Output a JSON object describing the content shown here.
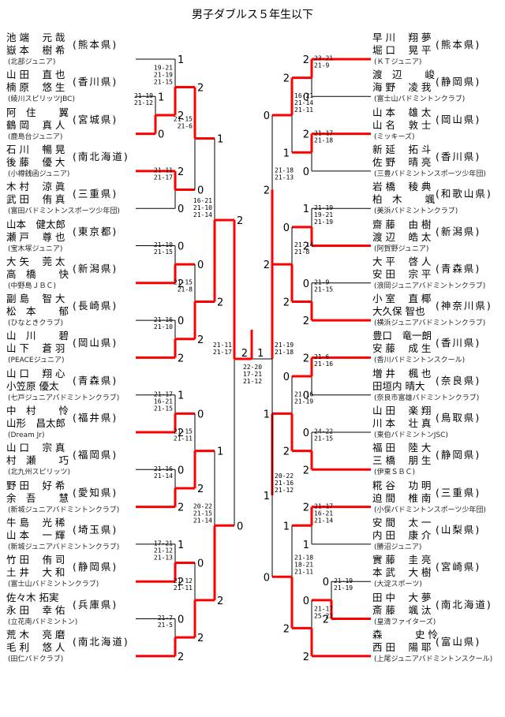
{
  "title": "男子ダブルス５年生以下",
  "left": [
    {
      "p1": "池 端　 元 哉",
      "p2": "嶽 本　 樹 希",
      "club": "(北部ジュニア)",
      "pref": "(熊本県)"
    },
    {
      "p1": "山 田　 直 也",
      "p2": "楠 原　 悠 生",
      "club": "(綾川スピリッツJBC)",
      "pref": "(香川県)"
    },
    {
      "p1": "阿　住　　 翼",
      "p2": "鶴 岡　 真 人",
      "club": "(鹿島台ジュニア)",
      "pref": "(宮城県)"
    },
    {
      "p1": "石 川　 暢 晃",
      "p2": "後 藤　 優 大",
      "club": "(小樽銭函ジュニア)",
      "pref": "(南北海道)"
    },
    {
      "p1": "木 村　 涼 眞",
      "p2": "武 田　 侑 真",
      "club": "(富田バドミントンスポーツ少年団)",
      "pref": "(三重県)"
    },
    {
      "p1": "山本　健太郎",
      "p2": "瀬 戸　 尊 也",
      "club": "(宝木塚ジュニア)",
      "pref": "(東京都)"
    },
    {
      "p1": "大 矢　 莞 太",
      "p2": "高　橋　　 快",
      "club": "(中野島ＪＢＣ)",
      "pref": "(新潟県)"
    },
    {
      "p1": "副 島　 智 大",
      "p2": "松　本　　 郁",
      "club": "(ひなときクラブ)",
      "pref": "(長崎県)"
    },
    {
      "p1": "山　川　　 碧",
      "p2": "山 下　 蒼 羽",
      "club": "(PEACEジュニア)",
      "pref": "(岡山県)"
    },
    {
      "p1": "山 口　 翔 心",
      "p2": "小笠原 優太",
      "club": "(七戸ジュニアバドミントンクラブ)",
      "pref": "(青森県)"
    },
    {
      "p1": "中　村　　 怜",
      "p2": "山形　昌太郎",
      "club": "(Dream Jr)",
      "pref": "(福井県)"
    },
    {
      "p1": "山 口　 宗 真",
      "p2": "村　瀬　　 巧",
      "club": "(北九州スピリッツ)",
      "pref": "(福岡県)"
    },
    {
      "p1": "野 田　 好 希",
      "p2": "余　吾　　 慧",
      "club": "(新城ジュニアバドミントンクラブ)",
      "pref": "(愛知県)"
    },
    {
      "p1": "牛 島　 光 稀",
      "p2": "山 本　 一 輝",
      "club": "(新城ジュニアバドミントンクラブ)",
      "pref": "(埼玉県)"
    },
    {
      "p1": "竹 田　 侑 司",
      "p2": "土 井　 大 和",
      "club": "(富士山バドミントンクラブ)",
      "pref": "(静岡県)"
    },
    {
      "p1": "佐々木 拓実",
      "p2": "永 田　 幸 佑",
      "club": "(立花南バドミントン)",
      "pref": "(兵庫県)"
    },
    {
      "p1": "荒 木　 亮 磨",
      "p2": "毛 利　 悠 人",
      "club": "(田仁バドクラブ)",
      "pref": "(南北海道)"
    }
  ],
  "right": [
    {
      "p1": "早 川　 翔 夢",
      "p2": "堀 口　 晃 平",
      "club": "(ＫＴジュニア)",
      "pref": "(熊本県)"
    },
    {
      "p1": "渡　辺　　 峻",
      "p2": "海 野　 凌 我",
      "club": "(富士山バドミントンクラブ)",
      "pref": "(静岡県)"
    },
    {
      "p1": "山 本　 雄 太",
      "p2": "山 名　 敦 士",
      "club": "(ミッキーズ)",
      "pref": "(岡山県)"
    },
    {
      "p1": "新 延　 拓 斗",
      "p2": "佐 野　 晴 亮",
      "club": "(三豊バドミントンスポーツ少年団)",
      "pref": "(香川県)"
    },
    {
      "p1": "岩 橋　 稜 典",
      "p2": "柏　木　　 颯",
      "club": "(美浜バドミントンクラブ)",
      "pref": "(和歌山県)"
    },
    {
      "p1": "齋 藤　 由 樹",
      "p2": "渡 辺　 皓 太",
      "club": "(阿賀野ジュニア)",
      "pref": "(新潟県)"
    },
    {
      "p1": "大 平　 啓 人",
      "p2": "安 田　 宗 平",
      "club": "(浪岡ジュニアバドミントンクラブ)",
      "pref": "(青森県)"
    },
    {
      "p1": "小 室　 直 椰",
      "p2": "大久保 智也",
      "club": "(横浜ジュニアバドミントンクラブ)",
      "pref": "(神奈川県)"
    },
    {
      "p1": "豊口　竜一朗",
      "p2": "安 藤　 成 生",
      "club": "(香川バドミントンスクール)",
      "pref": "(香川県)"
    },
    {
      "p1": "増 井　 楓 也",
      "p2": "田垣内 晴大",
      "club": "(奈良市富雄バドミントンクラブ)",
      "pref": "(奈良県)"
    },
    {
      "p1": "山 田　 楽 翔",
      "p2": "川 本　 壮 真",
      "club": "(東伯バドミントンJSC)",
      "pref": "(鳥取県)"
    },
    {
      "p1": "福 田　 陸 大",
      "p2": "三 橋　 朋 生",
      "club": "(伊東ＳＢＣ)",
      "pref": "(静岡県)"
    },
    {
      "p1": "糀 谷　 功 明",
      "p2": "迫 間　 椎 南",
      "club": "(小俣バドミントンスポーツ少年団)",
      "pref": "(三重県)"
    },
    {
      "p1": "安 間　 太 一",
      "p2": "内 田　 康 介",
      "club": "(勝沼ジュニア)",
      "pref": "(山梨県)"
    },
    {
      "p1": "實 藤　 圭 亮",
      "p2": "本 武　 大 樹",
      "club": "(大淀スポーツ)",
      "pref": "(宮崎県)"
    },
    {
      "p1": "田 中　 大 夢",
      "p2": "斎 藤　 颯 汰",
      "club": "(皇清ファイターズ)",
      "pref": "(南北海道)"
    },
    {
      "p1": "森　　　 史 怜",
      "p2": "西 田　 陽 耶",
      "club": "(上尾ジュニアバドミントンスクール)",
      "pref": "(富山県)"
    }
  ],
  "matches": {
    "L_pre": {
      "a": "1",
      "b": "0",
      "games": [
        "21-19",
        "21-12"
      ],
      "win": "b"
    },
    "L_r1_1": {
      "a": "1",
      "b": "2",
      "games": [
        "19-21",
        "21-19",
        "21-15"
      ],
      "win": "b"
    },
    "L_r1_2": {
      "a": "2",
      "b": "0",
      "games": [
        "21-11",
        "21-17"
      ],
      "win": "a"
    },
    "L_r1_3": {
      "a": "0",
      "b": "2",
      "games": [
        "21-10",
        "21-15"
      ],
      "win": "b"
    },
    "L_r1_4": {
      "a": "0",
      "b": "2",
      "games": [
        "21-16",
        "21-10"
      ],
      "win": "b"
    },
    "L_r1_5": {
      "a": "1",
      "b": "2",
      "games": [
        "21-17",
        "16-21",
        "21-15"
      ],
      "win": "b"
    },
    "L_r1_6": {
      "a": "0",
      "b": "2",
      "games": [
        "21-16",
        "21-14"
      ],
      "win": "b"
    },
    "L_r1_7": {
      "a": "1",
      "b": "2",
      "games": [
        "17-21",
        "21-12",
        "21-13"
      ],
      "win": "b"
    },
    "L_r1_8": {
      "a": "0",
      "b": "2",
      "games": [
        "21-7",
        "21-5"
      ],
      "win": "b"
    },
    "L_r2_1": {
      "a": "2",
      "b": "0",
      "games": [
        "21-15",
        "21-6"
      ],
      "win": "a"
    },
    "L_r2_2": {
      "a": "0",
      "b": "2",
      "games": [
        "21-15",
        "21-8"
      ],
      "win": "b"
    },
    "L_r2_3": {
      "a": "0",
      "b": "2",
      "games": [
        "21-15",
        "21-11"
      ],
      "win": "b"
    },
    "L_r2_4": {
      "a": "0",
      "b": "2",
      "games": [
        "21-12",
        "21-11"
      ],
      "win": "b"
    },
    "L_r3_1": {
      "a": "1",
      "b": "2",
      "games": [
        "16-21",
        "21-10",
        "21-14"
      ],
      "win": "b"
    },
    "L_r3_2": {
      "a": "1",
      "b": "2",
      "games": [
        "20-22",
        "21-15",
        "21-14"
      ],
      "win": "b"
    },
    "L_sf": {
      "a": "2",
      "b": "0",
      "games": [
        "21-11",
        "21-17"
      ],
      "win": "a"
    },
    "R_r1_1": {
      "a": "2",
      "b": "0",
      "games": [
        "23-21",
        "21-9"
      ],
      "win": "a"
    },
    "R_r1_2": {
      "a": "2",
      "b": "0",
      "games": [
        "21-17",
        "21-18"
      ],
      "win": "a"
    },
    "R_r1_3": {
      "a": "1",
      "b": "2",
      "games": [
        "21-19",
        "19-21",
        "21-19"
      ],
      "win": "b"
    },
    "R_r1_4": {
      "a": "0",
      "b": "2",
      "games": [
        "21-9",
        "21-15"
      ],
      "win": "b"
    },
    "R_r1_5": {
      "a": "2",
      "b": "0",
      "games": [
        "21-6",
        "21-16"
      ],
      "win": "a"
    },
    "R_r1_6": {
      "a": "0",
      "b": "2",
      "games": [
        "24-22",
        "21-15"
      ],
      "win": "b"
    },
    "R_r1_7": {
      "a": "2",
      "b": "1",
      "games": [
        "21-17",
        "16-21",
        "21-14"
      ],
      "win": "a"
    },
    "R_pre": {
      "a": "0",
      "b": "2",
      "games": [
        "21-19",
        "21-19"
      ],
      "win": "b"
    },
    "R_r1_8": {
      "a": "0",
      "b": "2",
      "games": [
        "21-17",
        "25-23"
      ],
      "win": "b"
    },
    "R_r2_1": {
      "a": "2",
      "b": "1",
      "games": [
        "16-21",
        "21-14",
        "21-11"
      ],
      "win": "a"
    },
    "R_r2_2": {
      "a": "0",
      "b": "2",
      "games": [
        "21-14",
        "21-8"
      ],
      "win": "b"
    },
    "R_r2_3": {
      "a": "0",
      "b": "2",
      "games": [
        "21-16",
        "21-19"
      ],
      "win": "b"
    },
    "R_r2_4": {
      "a": "1",
      "b": "2",
      "games": [
        "21-18",
        "18-21",
        "21-11"
      ],
      "win": "b"
    },
    "R_r3_1": {
      "a": "0",
      "b": "2",
      "games": [
        "21-18",
        "21-13"
      ],
      "win": "b"
    },
    "R_r3_2": {
      "a": "1",
      "b": "0",
      "games": [
        "20-22",
        "21-16",
        "21-12"
      ],
      "win": "a"
    },
    "R_sf": {
      "a": "2",
      "b": "1",
      "games": [
        "21-19",
        "21-18"
      ],
      "win": "a"
    },
    "final": {
      "a": "2",
      "b": "1",
      "games": [
        "22-20",
        "17-21",
        "21-12"
      ],
      "win": "a"
    }
  },
  "colors": {
    "win_line": "#ff0000",
    "line": "#000000"
  }
}
